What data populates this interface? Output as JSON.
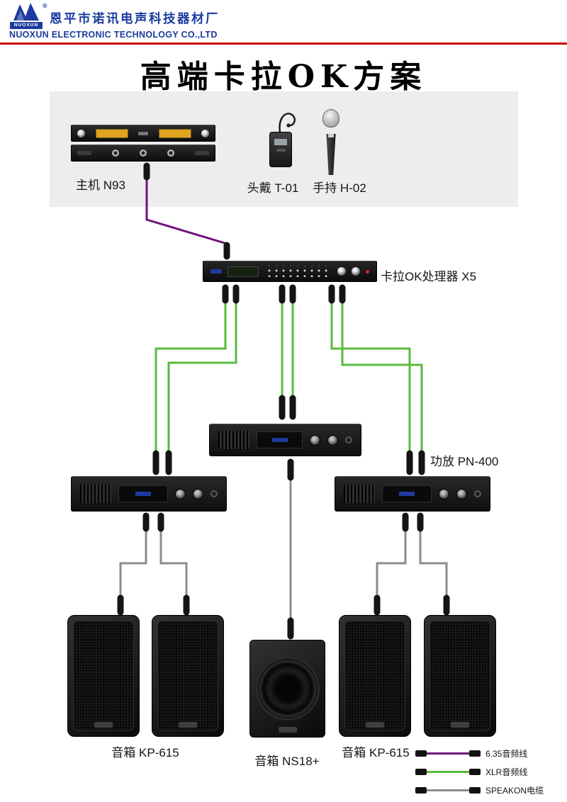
{
  "header": {
    "logo_text": "NUOXUN",
    "registered_mark": "®",
    "company_name_cn": "恩平市诺讯电声科技器材厂",
    "company_name_en": "NUOXUN ELECTRONIC TECHNOLOGY CO.,LTD"
  },
  "title": "高端卡拉OK方案",
  "diagram": {
    "labels": {
      "receiver": "主机 N93",
      "headset": "头戴 T-01",
      "handheld": "手持 H-02",
      "processor": "卡拉OK处理器 X5",
      "amplifier": "功放 PN-400",
      "speaker_left": "音箱 KP-615",
      "subwoofer": "音箱 NS18+",
      "speaker_right": "音箱 KP-615"
    }
  },
  "legend": {
    "items": [
      {
        "label": "6.35音频线"
      },
      {
        "label": "XLR音频线"
      },
      {
        "label": "SPEAKON电缆"
      }
    ]
  },
  "colors": {
    "brand-blue": "#1c3b9e",
    "accent-red": "#c80000",
    "cable-635": "#70127d",
    "cable-xlr": "#58bb3c",
    "cable-speakon": "#8c8c8c",
    "panel-gray": "#ededed"
  }
}
